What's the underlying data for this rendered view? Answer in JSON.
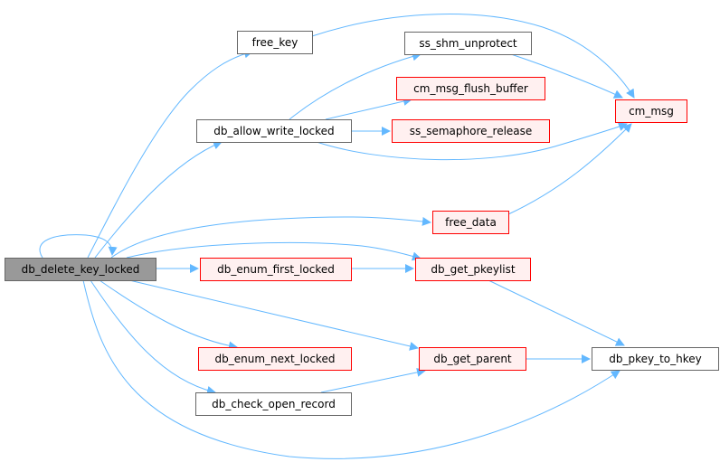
{
  "diagram": {
    "type": "call-graph",
    "colors": {
      "edge": "#63b8ff",
      "root_fill": "#999999",
      "root_stroke": "#666666",
      "normal_fill": "#ffffff",
      "normal_stroke": "#666666",
      "truncated_fill": "#fff0f0",
      "truncated_stroke": "#ff0000"
    },
    "nodes": [
      {
        "id": "db_delete_key_locked",
        "label": "db_delete_key_locked",
        "style": "root"
      },
      {
        "id": "free_key",
        "label": "free_key",
        "style": "normal"
      },
      {
        "id": "db_allow_write_locked",
        "label": "db_allow_write_locked",
        "style": "normal"
      },
      {
        "id": "ss_shm_unprotect",
        "label": "ss_shm_unprotect",
        "style": "normal"
      },
      {
        "id": "cm_msg_flush_buffer",
        "label": "cm_msg_flush_buffer",
        "style": "truncated"
      },
      {
        "id": "ss_semaphore_release",
        "label": "ss_semaphore_release",
        "style": "truncated"
      },
      {
        "id": "cm_msg",
        "label": "cm_msg",
        "style": "truncated"
      },
      {
        "id": "free_data",
        "label": "free_data",
        "style": "truncated"
      },
      {
        "id": "db_enum_first_locked",
        "label": "db_enum_first_locked",
        "style": "truncated"
      },
      {
        "id": "db_get_pkeylist",
        "label": "db_get_pkeylist",
        "style": "truncated"
      },
      {
        "id": "db_enum_next_locked",
        "label": "db_enum_next_locked",
        "style": "truncated"
      },
      {
        "id": "db_get_parent",
        "label": "db_get_parent",
        "style": "truncated"
      },
      {
        "id": "db_check_open_record",
        "label": "db_check_open_record",
        "style": "normal"
      },
      {
        "id": "db_pkey_to_hkey",
        "label": "db_pkey_to_hkey",
        "style": "normal"
      }
    ],
    "edges": [
      {
        "from": "db_delete_key_locked",
        "to": "db_delete_key_locked"
      },
      {
        "from": "db_delete_key_locked",
        "to": "free_key"
      },
      {
        "from": "db_delete_key_locked",
        "to": "db_allow_write_locked"
      },
      {
        "from": "db_delete_key_locked",
        "to": "free_data"
      },
      {
        "from": "db_delete_key_locked",
        "to": "db_get_pkeylist"
      },
      {
        "from": "db_delete_key_locked",
        "to": "db_enum_first_locked"
      },
      {
        "from": "db_delete_key_locked",
        "to": "db_get_parent"
      },
      {
        "from": "db_delete_key_locked",
        "to": "db_enum_next_locked"
      },
      {
        "from": "db_delete_key_locked",
        "to": "db_check_open_record"
      },
      {
        "from": "db_delete_key_locked",
        "to": "db_pkey_to_hkey"
      },
      {
        "from": "free_key",
        "to": "cm_msg"
      },
      {
        "from": "db_allow_write_locked",
        "to": "ss_shm_unprotect"
      },
      {
        "from": "db_allow_write_locked",
        "to": "cm_msg_flush_buffer"
      },
      {
        "from": "db_allow_write_locked",
        "to": "ss_semaphore_release"
      },
      {
        "from": "db_allow_write_locked",
        "to": "cm_msg"
      },
      {
        "from": "ss_shm_unprotect",
        "to": "cm_msg"
      },
      {
        "from": "free_data",
        "to": "cm_msg"
      },
      {
        "from": "db_enum_first_locked",
        "to": "db_get_pkeylist"
      },
      {
        "from": "db_get_pkeylist",
        "to": "db_pkey_to_hkey"
      },
      {
        "from": "db_get_parent",
        "to": "db_pkey_to_hkey"
      },
      {
        "from": "db_check_open_record",
        "to": "db_get_parent"
      }
    ]
  }
}
